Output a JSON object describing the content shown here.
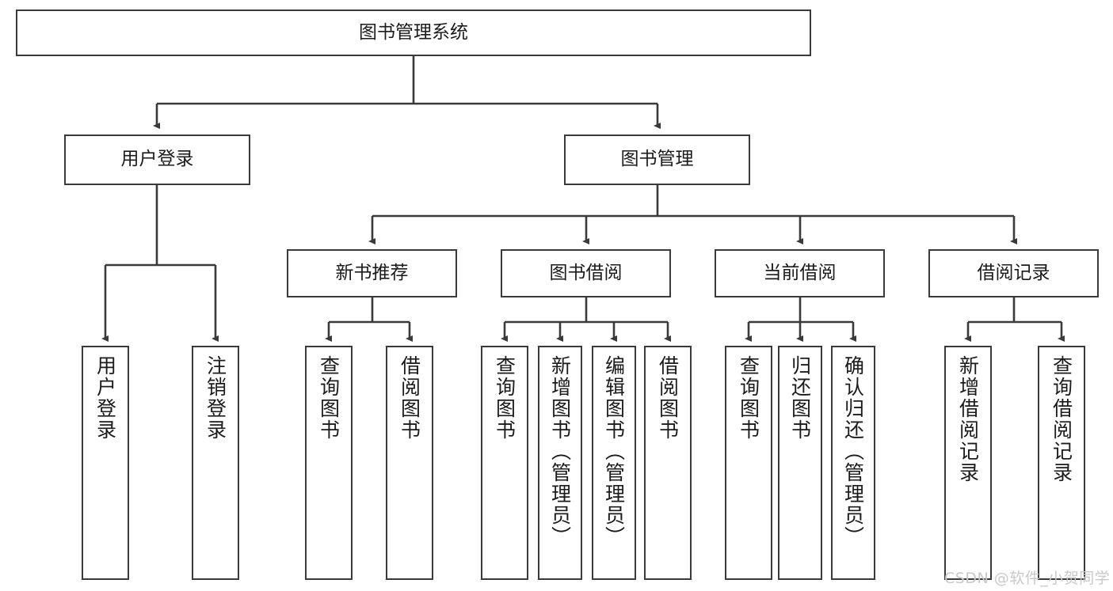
{
  "diagram": {
    "type": "hierarchy-tree",
    "title": "图书管理系统",
    "root": {
      "label": "图书管理系统"
    },
    "level2": [
      {
        "label": "用户登录"
      },
      {
        "label": "图书管理"
      }
    ],
    "level3": [
      {
        "label": "新书推荐"
      },
      {
        "label": "图书借阅"
      },
      {
        "label": "当前借阅"
      },
      {
        "label": "借阅记录"
      }
    ],
    "leaves": {
      "user_login": [
        {
          "label": "用户登录"
        },
        {
          "label": "注销登录"
        }
      ],
      "new_book_recommend": [
        {
          "label": "查询图书"
        },
        {
          "label": "借阅图书"
        }
      ],
      "book_borrow": [
        {
          "label": "查询图书"
        },
        {
          "label": "新增图书（管理员）"
        },
        {
          "label": "编辑图书（管理员）"
        },
        {
          "label": "借阅图书"
        }
      ],
      "current_borrow": [
        {
          "label": "查询图书"
        },
        {
          "label": "归还图书"
        },
        {
          "label": "确认归还（管理员）"
        }
      ],
      "borrow_record": [
        {
          "label": "新增借阅记录"
        },
        {
          "label": "查询借阅记录"
        }
      ]
    }
  },
  "watermark": {
    "text": "CSDN @软件_小贺同学"
  },
  "colors": {
    "border": "#3a3a3a",
    "text": "#1b1b1b",
    "background": "#ffffff",
    "watermark": "#c9c9c9"
  }
}
